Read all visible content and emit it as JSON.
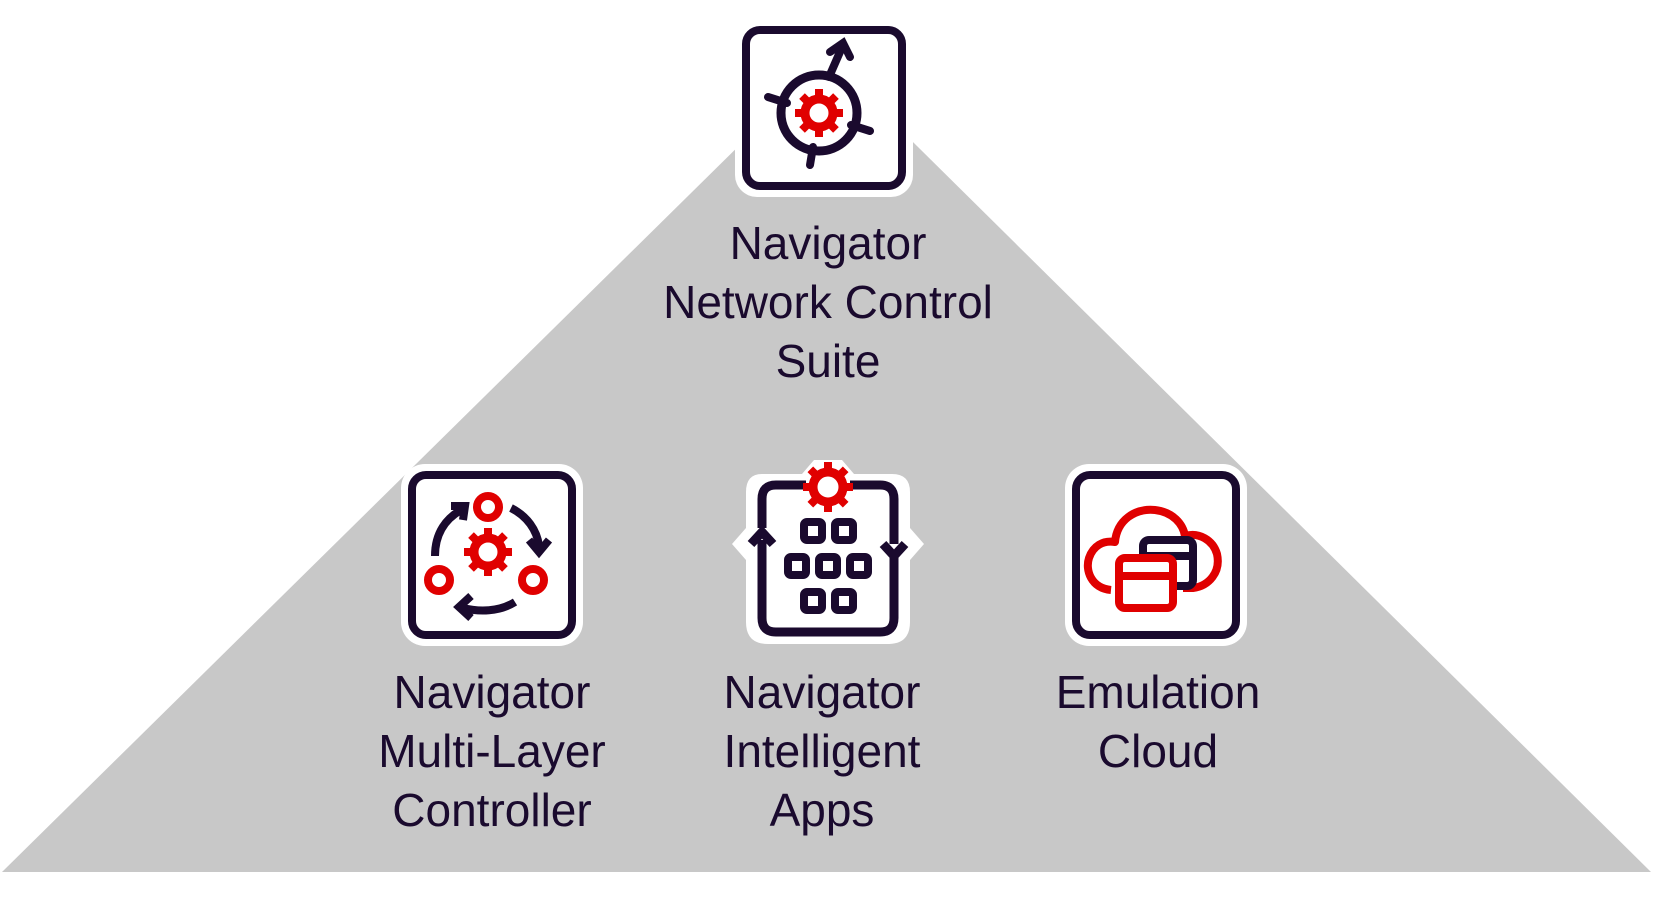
{
  "colors": {
    "background": "#ffffff",
    "pyramid_fill": "#c8c8c8",
    "ink": "#1a0a2e",
    "accent": "#e00000",
    "icon_bg": "#ffffff"
  },
  "top": {
    "icon": "gear-compass-arrows-icon",
    "label_lines": [
      "Navigator",
      "Network Control",
      "Suite"
    ]
  },
  "bottom": [
    {
      "icon": "gear-cycle-arrows-icon",
      "label_lines": [
        "Navigator",
        "Multi-Layer",
        "Controller"
      ]
    },
    {
      "icon": "gear-app-grid-loop-icon",
      "label_lines": [
        "Navigator",
        "Intelligent",
        "Apps"
      ]
    },
    {
      "icon": "cloud-windows-icon",
      "label_lines": [
        "Emulation",
        "Cloud"
      ]
    }
  ]
}
